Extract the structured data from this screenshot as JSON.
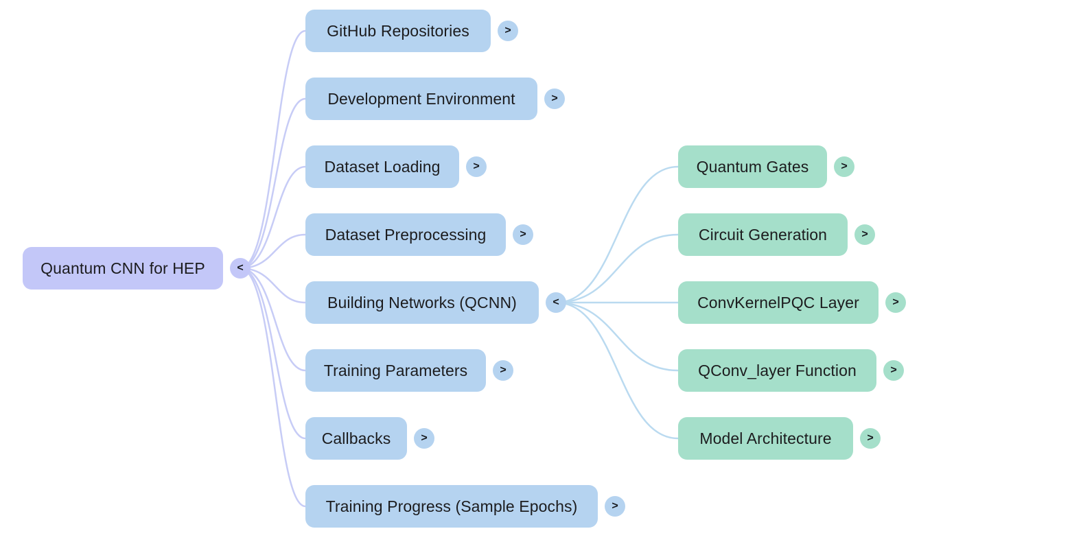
{
  "mindmap": {
    "root": {
      "label": "Quantum CNN for HEP",
      "toggle": "<"
    },
    "level1": [
      {
        "label": "GitHub Repositories",
        "toggle": ">"
      },
      {
        "label": "Development Environment",
        "toggle": ">"
      },
      {
        "label": "Dataset Loading",
        "toggle": ">"
      },
      {
        "label": "Dataset Preprocessing",
        "toggle": ">"
      },
      {
        "label": "Building Networks (QCNN)",
        "toggle": "<"
      },
      {
        "label": "Training Parameters",
        "toggle": ">"
      },
      {
        "label": "Callbacks",
        "toggle": ">"
      },
      {
        "label": "Training Progress (Sample Epochs)",
        "toggle": ">"
      }
    ],
    "level2": [
      {
        "label": "Quantum Gates",
        "toggle": ">"
      },
      {
        "label": "Circuit Generation",
        "toggle": ">"
      },
      {
        "label": "ConvKernelPQC Layer",
        "toggle": ">"
      },
      {
        "label": "QConv_layer Function",
        "toggle": ">"
      },
      {
        "label": "Model Architecture",
        "toggle": ">"
      }
    ],
    "colors": {
      "root_fill": "#c3c7f8",
      "level1_fill": "#b5d3f0",
      "level2_fill": "#a5dfca",
      "link_root": "#c7ccf6",
      "link_level1": "#badaf0",
      "text": "#1c1c1e",
      "background": "#ffffff"
    }
  }
}
